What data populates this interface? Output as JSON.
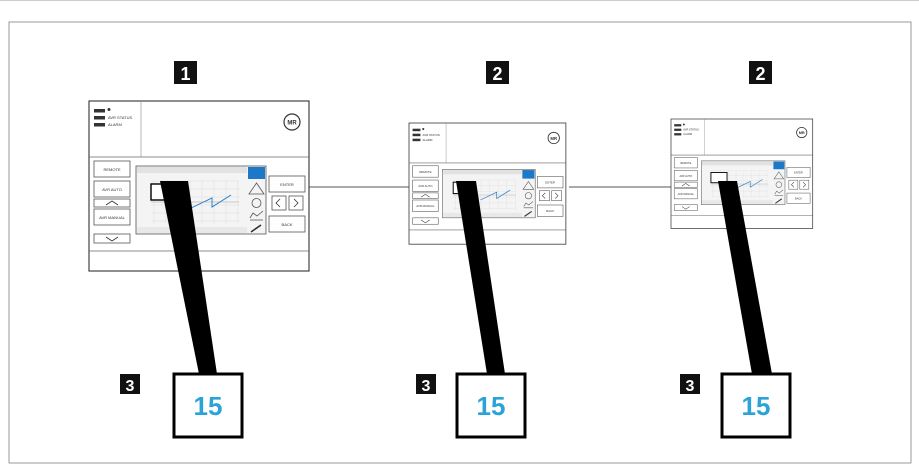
{
  "devices": [
    {
      "badge": "1",
      "callout_badge": "3",
      "callout_value": "15",
      "buttons": {
        "remote": "REMOTE",
        "avr_auto": "AVR AUTO",
        "avr_manual": "AVR MANUAL",
        "enter": "ENTER",
        "back": "BACK"
      },
      "leds": [
        "",
        "AVR STATUS",
        "ALARM"
      ],
      "logo": "MR"
    },
    {
      "badge": "2",
      "callout_badge": "3",
      "callout_value": "15",
      "buttons": {
        "remote": "REMOTE",
        "avr_auto": "AVR AUTO",
        "avr_manual": "AVR MANUAL",
        "enter": "ENTER",
        "back": "BACK"
      },
      "leds": [
        "",
        "AVR STATUS",
        "ALARM"
      ],
      "logo": "MR"
    },
    {
      "badge": "2",
      "callout_badge": "3",
      "callout_value": "15",
      "buttons": {
        "remote": "REMOTE",
        "avr_auto": "AVR AUTO",
        "avr_manual": "AVR MANUAL",
        "enter": "ENTER",
        "back": "BACK"
      },
      "leds": [
        "",
        "AVR STATUS",
        "ALARM"
      ],
      "logo": "MR"
    }
  ],
  "colors": {
    "callout_value": "#2aa3d8",
    "badge_bg": "#111111",
    "screen_accent": "#1e78c8"
  },
  "icons": [
    "home-icon",
    "warning-icon",
    "info-icon",
    "chart-icon",
    "wrench-icon",
    "arrow-left-icon",
    "arrow-right-icon",
    "arrow-up-icon",
    "arrow-down-icon"
  ]
}
